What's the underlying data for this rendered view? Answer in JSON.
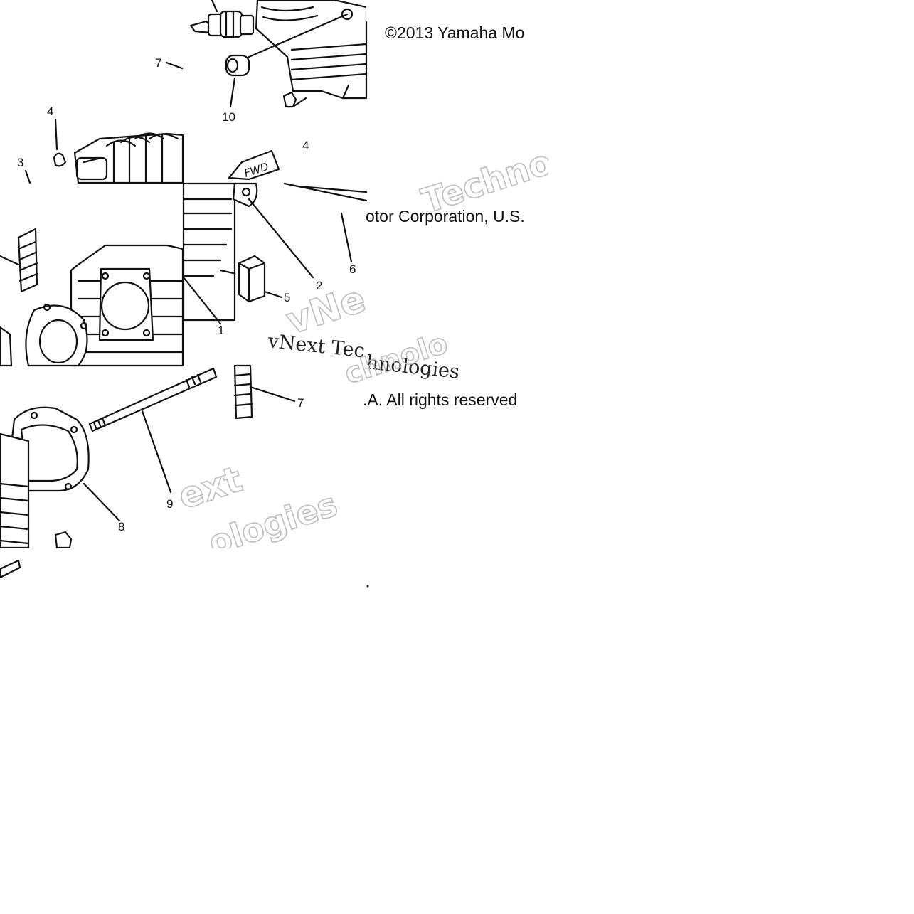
{
  "diagram": {
    "copyright_line1": "©2013 Yamaha Mo",
    "copyright_line2": "otor Corporation, U.S.",
    "copyright_line3": ".A. All rights reserved",
    "forward_marker": "FWD",
    "callouts": {
      "c7_top": "7",
      "c10": "10",
      "c4_left": "4",
      "c4_right": "4",
      "c3": "3",
      "c2": "2",
      "c6": "6",
      "c5": "5",
      "c1": "1",
      "c7_mid": "7",
      "c9": "9",
      "c8": "8"
    },
    "watermarks": {
      "serif_line": "vNext Tec",
      "serif_line2": "hnologies",
      "outline_1": "vNe",
      "outline_2": "Techno",
      "outline_3": "ext",
      "outline_4": "ologies",
      "outline_5": "chnolo"
    }
  }
}
